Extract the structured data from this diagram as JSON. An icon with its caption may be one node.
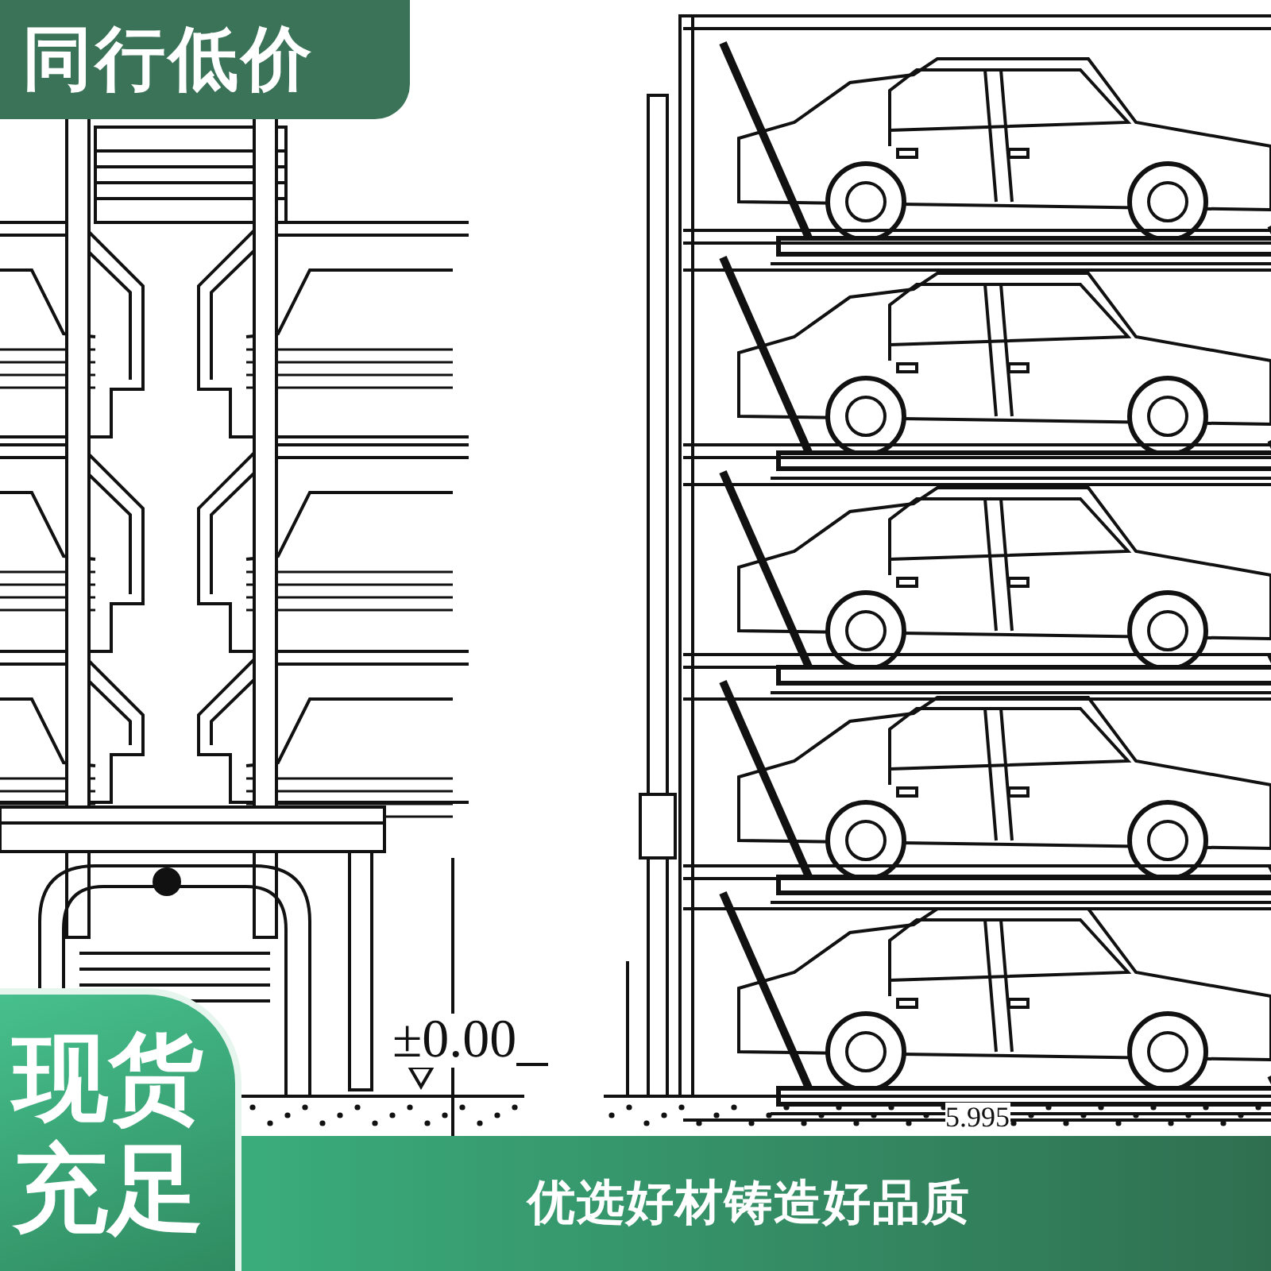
{
  "diagram": {
    "labels": [
      "同行低价",
      "±0.00",
      "5.995",
      "现货充足",
      "优选好材铸造好品质"
    ]
  }
}
